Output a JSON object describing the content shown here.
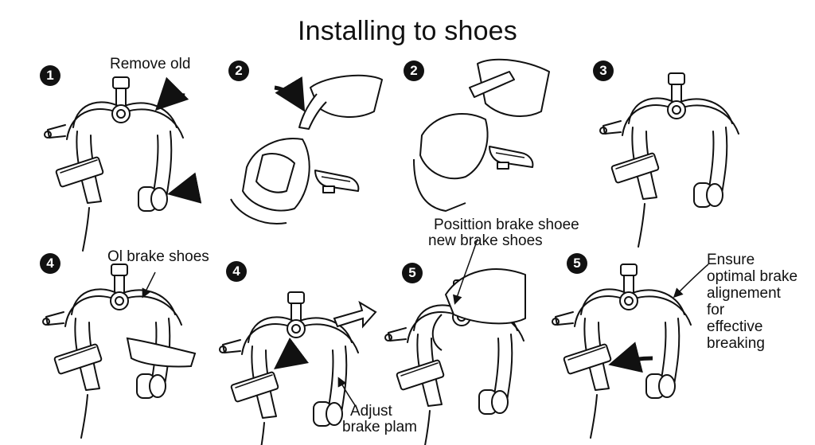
{
  "title": "Installing to shoes",
  "steps": [
    {
      "number": "1",
      "caption": "Remove old"
    },
    {
      "number": "2",
      "caption": ""
    },
    {
      "number": "2",
      "caption": ""
    },
    {
      "number": "3",
      "caption": ""
    },
    {
      "number": "4",
      "caption": "Ol brake shoes"
    },
    {
      "number": "4",
      "caption": ""
    },
    {
      "number": "5",
      "caption": ""
    },
    {
      "number": "5",
      "caption": ""
    }
  ],
  "callouts": {
    "position_line1": "Posittion brake shoee",
    "position_line2": "new brake shoes",
    "adjust_line1": "Adjust",
    "adjust_line2": "brake plam",
    "ensure_lines": [
      "Ensure",
      "optimal brake",
      "alignement",
      "for",
      "effective",
      "breaking"
    ]
  },
  "colors": {
    "ink": "#111111",
    "background": "#ffffff"
  }
}
